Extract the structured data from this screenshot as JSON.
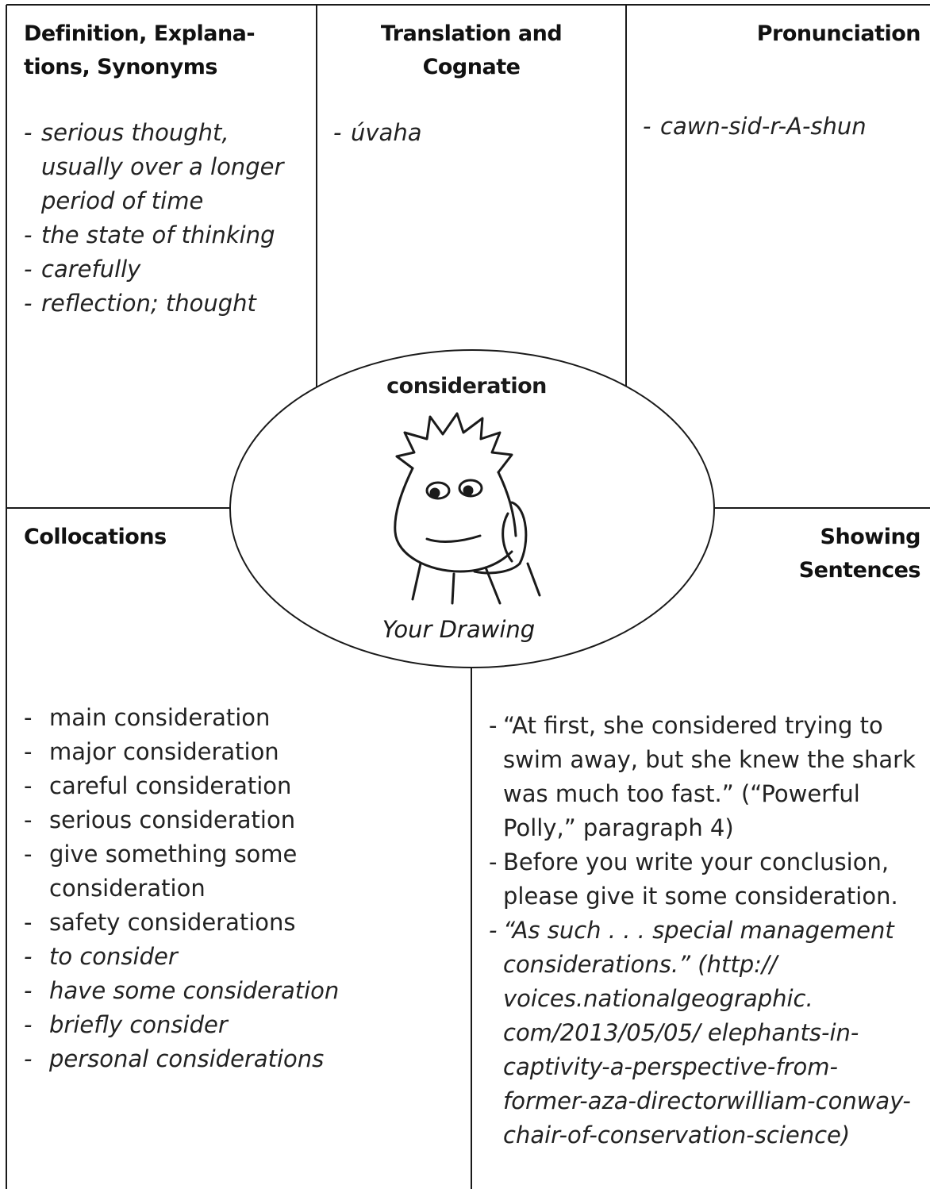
{
  "word": "consideration",
  "drawing_caption": "Your Drawing",
  "sections": {
    "definition": {
      "heading_lines": [
        "Definition, Explana-",
        "tions, Synonyms"
      ],
      "items": [
        "serious thought, usually over a longer period of time",
        "the state of thinking",
        "carefully",
        "reflection; thought"
      ]
    },
    "translation": {
      "heading_lines": [
        "Translation and",
        "Cognate"
      ],
      "items": [
        "úvaha"
      ]
    },
    "pronunciation": {
      "heading_lines": [
        "Pronunciation"
      ],
      "items": [
        "cawn-sid-r-A-shun"
      ]
    },
    "collocations": {
      "heading_lines": [
        "Collocations"
      ],
      "items": [
        "main consideration",
        "major consideration",
        "careful consideration",
        "serious consideration",
        "give something some consideration",
        "safety considerations",
        "to consider",
        "have some consideration",
        "briefly consider",
        "personal considerations"
      ]
    },
    "sentences": {
      "heading_lines": [
        "Showing",
        "Sentences"
      ],
      "items": [
        "“At first, she considered trying to swim away, but she knew the shark was much too fast.” (“Powerful Polly,” paragraph 4)",
        "Before you write your conclusion, please give it some consideration.",
        "“As such . . . special management considerations.” (http:// voices.nationalgeographic. com/2013/05/05/ elephants-in-captivity-a-perspective-from-former-aza-directorwilliam-conway-chair-of-conservation-science)"
      ]
    }
  }
}
